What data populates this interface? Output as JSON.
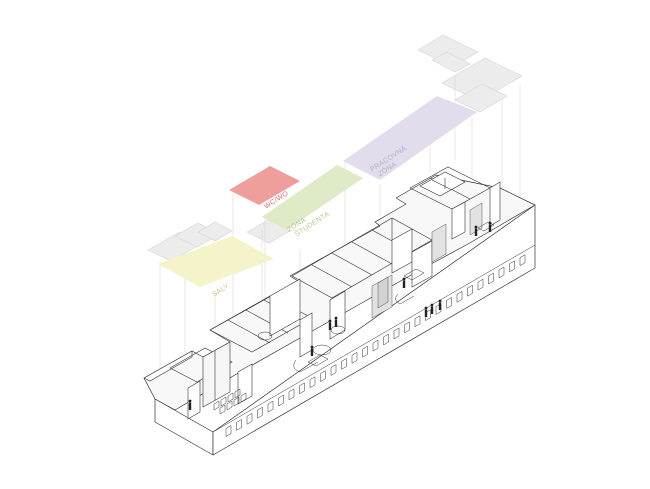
{
  "zones": [
    {
      "id": "sali",
      "lines": [
        "SÁLY"
      ],
      "fill": "#f4f3c9",
      "text": "#c9c48a"
    },
    {
      "id": "wc",
      "lines": [
        "WC/WO"
      ],
      "fill": "#ee9f9c",
      "text": "#d97470"
    },
    {
      "id": "kuchyne",
      "lines": [
        "ZÓNA",
        "ŠTUDENTA"
      ],
      "fill": "#dfeac6",
      "text": "#b5c794"
    },
    {
      "id": "pracovna",
      "lines": [
        "PRACOVNÁ",
        "ZÓNA"
      ],
      "fill": "#e3dcec",
      "text": "#b9acc9"
    }
  ],
  "colors": {
    "line": "#333333",
    "wall": "#ffffff",
    "floor": "#f7f7f7",
    "ghost": "#e9e9e9",
    "leader": "#e7c5c5"
  }
}
